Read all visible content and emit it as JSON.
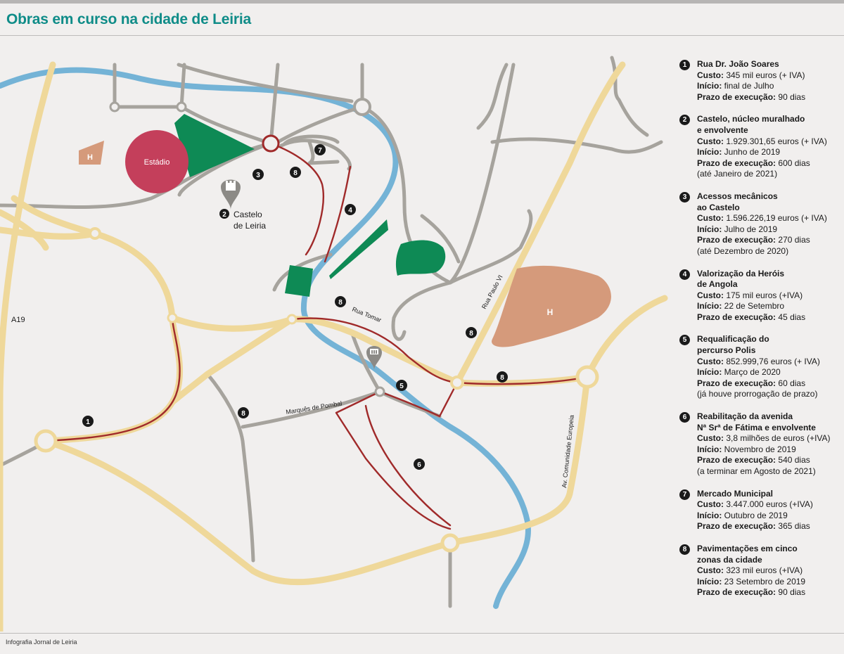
{
  "title": "Obras em curso na cidade de Leiria",
  "credit": "Infografia Jornal de Leiria",
  "colors": {
    "river": "#74b3d6",
    "main_road": "#efd89a",
    "secondary_road": "#a6a39d",
    "works_route": "#a02a2a",
    "green_area": "#0e8a55",
    "stadium": "#c43f5b",
    "hospital": "#d59a7b",
    "title": "#0f8c88"
  },
  "map_labels": {
    "stadium": "Estádio",
    "hospital": "H",
    "castle_line1": "Castelo",
    "castle_line2": "de Leiria",
    "a19": "A19",
    "rua_tomar": "Rua Tomar",
    "rua_paulo_vi": "Rua Paulo VI",
    "marques_de_pombal": "Marquês de Pombal",
    "av_comunidade_europeia": "Av. Comunidade Europeia"
  },
  "map_icons": {
    "castle": "castle-pin-icon",
    "market": "market-pin-icon"
  },
  "map_markers": [
    {
      "n": "1"
    },
    {
      "n": "2"
    },
    {
      "n": "3"
    },
    {
      "n": "4"
    },
    {
      "n": "5"
    },
    {
      "n": "6"
    },
    {
      "n": "7"
    },
    {
      "n": "8"
    },
    {
      "n": "8"
    },
    {
      "n": "8"
    },
    {
      "n": "8"
    },
    {
      "n": "8"
    }
  ],
  "legend": [
    {
      "n": "1",
      "title": [
        "Rua Dr. João Soares"
      ],
      "rows": [
        {
          "label": "Custo:",
          "value": " 345 mil euros (+ IVA)"
        },
        {
          "label": "Início:",
          "value": " final de Julho"
        },
        {
          "label": "Prazo de execução:",
          "value": " 90 dias"
        }
      ]
    },
    {
      "n": "2",
      "title": [
        "Castelo, núcleo muralhado",
        "e envolvente"
      ],
      "rows": [
        {
          "label": "Custo:",
          "value": " 1.929.301,65 euros (+ IVA)"
        },
        {
          "label": "Início:",
          "value": " Junho de 2019"
        },
        {
          "label": "Prazo de execução:",
          "value": " 600 dias"
        },
        {
          "label": "",
          "value": "(até Janeiro de 2021)"
        }
      ]
    },
    {
      "n": "3",
      "title": [
        "Acessos mecânicos",
        "ao Castelo"
      ],
      "rows": [
        {
          "label": "Custo:",
          "value": " 1.596.226,19 euros (+ IVA)"
        },
        {
          "label": "Início:",
          "value": " Julho de 2019"
        },
        {
          "label": "Prazo de execução:",
          "value": " 270 dias"
        },
        {
          "label": "",
          "value": "(até Dezembro  de 2020)"
        }
      ]
    },
    {
      "n": "4",
      "title": [
        "Valorização da Heróis",
        "de Angola"
      ],
      "rows": [
        {
          "label": "Custo:",
          "value": " 175 mil euros (+IVA)"
        },
        {
          "label": "Início:",
          "value": " 22 de Setembro"
        },
        {
          "label": "Prazo de execução:",
          "value": " 45 dias"
        }
      ]
    },
    {
      "n": "5",
      "title": [
        "Requalificação do",
        "percurso Polis"
      ],
      "rows": [
        {
          "label": "Custo:",
          "value": " 852.999,76 euros (+ IVA)"
        },
        {
          "label": "Início:",
          "value": " Março de 2020"
        },
        {
          "label": "Prazo de execução:",
          "value": " 60 dias"
        },
        {
          "label": "",
          "value": "(já houve prorrogação de prazo)"
        }
      ]
    },
    {
      "n": "6",
      "title": [
        "Reabilitação da avenida",
        "Nª Srª de Fátima e envolvente"
      ],
      "rows": [
        {
          "label": "Custo:",
          "value": " 3,8 milhões de euros (+IVA)"
        },
        {
          "label": "Início:",
          "value": " Novembro de 2019"
        },
        {
          "label": "Prazo de execução:",
          "value": " 540 dias"
        },
        {
          "label": "",
          "value": "(a terminar em Agosto de 2021)"
        }
      ]
    },
    {
      "n": "7",
      "title": [
        "Mercado Municipal"
      ],
      "rows": [
        {
          "label": "Custo:",
          "value": " 3.447.000 euros (+IVA)"
        },
        {
          "label": "Início:",
          "value": " Outubro de 2019"
        },
        {
          "label": "Prazo de execução:",
          "value": " 365 dias"
        }
      ]
    },
    {
      "n": "8",
      "title": [
        "Pavimentações em cinco",
        "zonas da cidade"
      ],
      "rows": [
        {
          "label": "Custo:",
          "value": " 323 mil euros (+IVA)"
        },
        {
          "label": "Início:",
          "value": " 23 Setembro de 2019"
        },
        {
          "label": "Prazo de execução:",
          "value": " 90 dias"
        }
      ]
    }
  ]
}
